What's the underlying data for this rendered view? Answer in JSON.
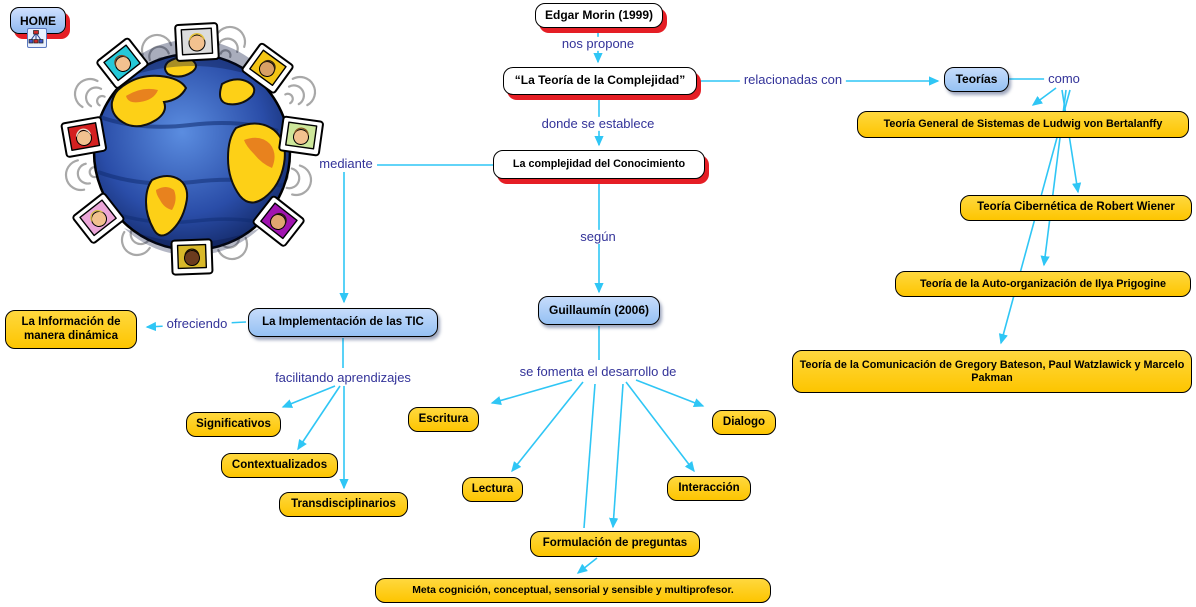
{
  "colors": {
    "line": "#2fc6f5",
    "link_text": "#333399",
    "node_yellow": "#fdc500",
    "node_blue": "#a9ccf7",
    "node_white": "#ffffff",
    "shadow_red": "#e51e25",
    "border": "#000000"
  },
  "home": {
    "label": "HOME",
    "icon": "concept-map-icon"
  },
  "nodes": {
    "edgar_morin": "Edgar Morin (1999)",
    "teoria_complejidad": "“La Teoría de la Complejidad”",
    "complejidad_conocimiento": "La complejidad del Conocimiento",
    "teorias": "Teorías",
    "bertalanffy": "Teoría General de Sistemas de Ludwig von Bertalanffy",
    "wiener": "Teoría Cibernética de Robert Wiener",
    "prigogine": "Teoría de la Auto-organización de Ilya Prigogine",
    "bateson": "Teoría de la Comunicación de Gregory Bateson, Paul Watzlawick y Marcelo Pakman",
    "guillaumin": "Guillaumín (2006)",
    "implementacion_tic": "La Implementación de las TIC",
    "informacion_dinamica": "La Información de manera dinámica",
    "significativos": "Significativos",
    "contextualizados": "Contextualizados",
    "transdisciplinarios": "Transdisciplinarios",
    "escritura": "Escritura",
    "lectura": "Lectura",
    "dialogo": "Dialogo",
    "interaccion": "Interacción",
    "formulacion_preguntas": "Formulación de preguntas",
    "metacognicion": "Meta cognición, conceptual, sensorial y sensible y multiprofesor."
  },
  "links": {
    "nos_propone": "nos propone",
    "relacionadas_con": "relacionadas con",
    "como": "como",
    "donde_se_establece": "donde se establece",
    "mediante": "mediante",
    "segun": "según",
    "ofreciendo": "ofreciendo",
    "facilitando_aprendizajes": "facilitando aprendizajes",
    "se_fomenta": "se fomenta el desarrollo de"
  }
}
